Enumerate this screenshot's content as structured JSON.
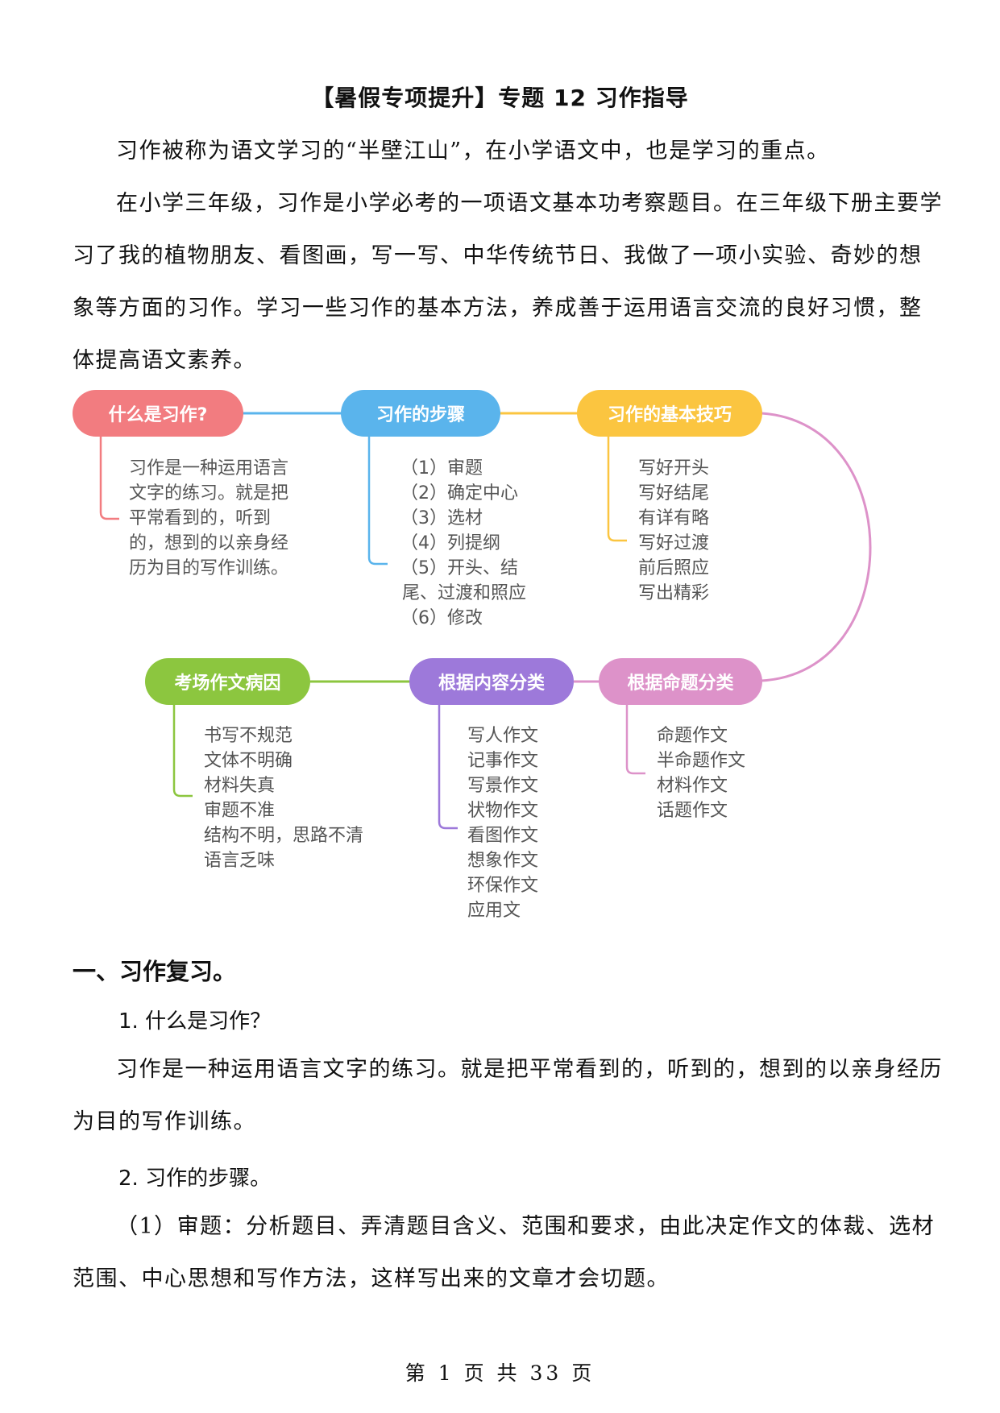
{
  "title": "【暑假专项提升】专题 12  习作指导",
  "intro": {
    "p1": "习作被称为语文学习的“半壁江山”，在小学语文中，也是学习的重点。",
    "p2": "在小学三年级，习作是小学必考的一项语文基本功考察题目。在三年级下册主要学习了我的植物朋友、看图画，写一写、中华传统节日、我做了一项小实验、奇妙的想象等方面的习作。学习一些习作的基本方法，养成善于运用语言交流的良好习惯，整体提高语文素养。"
  },
  "mindmap": {
    "nodes": [
      {
        "label": "什么是习作?",
        "color": "#f27c80",
        "items": [
          "习作是一种运用语言",
          "文字的练习。就是把",
          "平常看到的，听到",
          "的，想到的以亲身经",
          "历为目的写作训练。"
        ]
      },
      {
        "label": "习作的步骤",
        "color": "#5ab4ec",
        "items": [
          "（1）审题",
          "（2）确定中心",
          "（3）选材",
          "（4）列提纲",
          "（5）开头、结",
          "尾、过渡和照应",
          "（6）修改"
        ]
      },
      {
        "label": "习作的基本技巧",
        "color": "#fbc540",
        "items": [
          "写好开头",
          "写好结尾",
          "有详有略",
          "写好过渡",
          "前后照应",
          "写出精彩"
        ]
      },
      {
        "label": "考场作文病因",
        "color": "#8cc63f",
        "items": [
          "书写不规范",
          "文体不明确",
          "材料失真",
          "审题不准",
          "结构不明，思路不清",
          "语言乏味"
        ]
      },
      {
        "label": "根据内容分类",
        "color": "#9d79da",
        "items": [
          "写人作文",
          "记事作文",
          "写景作文",
          "状物作文",
          "看图作文",
          "想象作文",
          "环保作文",
          "应用文"
        ]
      },
      {
        "label": "根据命题分类",
        "color": "#dd92c9",
        "items": [
          "命题作文",
          "半命题作文",
          "材料作文",
          "话题作文"
        ]
      }
    ]
  },
  "section1": {
    "heading": "一、习作复习。",
    "q1_heading": "1. 什么是习作？",
    "q1_text": "习作是一种运用语言文字的练习。就是把平常看到的，听到的，想到的以亲身经历为目的写作训练。",
    "q2_heading": "2. 习作的步骤。",
    "q2_text": "（1）审题：分析题目、弄清题目含义、范围和要求，由此决定作文的体裁、选材范围、中心思想和写作方法，这样写出来的文章才会切题。"
  },
  "footer": "第 1 页 共 33 页"
}
